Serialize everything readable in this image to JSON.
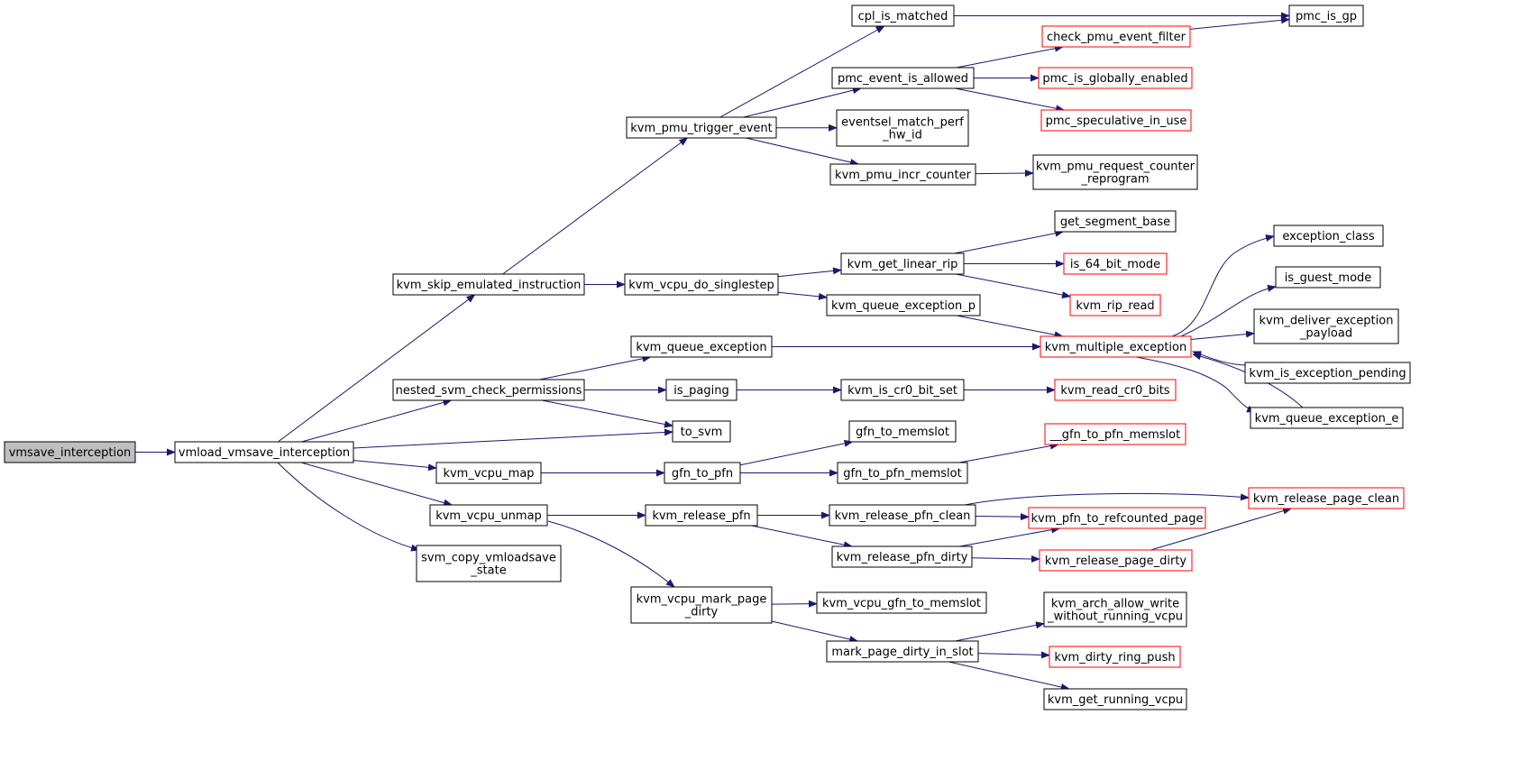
{
  "colors": {
    "edge": "#191970",
    "border_normal": "#000000",
    "border_truncated": "#ff0000",
    "root_fill": "#bfbfbf",
    "node_fill": "#ffffff"
  },
  "nodes": {
    "vmsave_interception": {
      "lines": [
        "vmsave_interception"
      ],
      "style": "root"
    },
    "vmload_vmsave_interception": {
      "lines": [
        "vmload_vmsave_interception"
      ],
      "style": "normal"
    },
    "kvm_skip_emulated_instruction": {
      "lines": [
        "kvm_skip_emulated_instruction"
      ],
      "style": "normal"
    },
    "nested_svm_check_permissions": {
      "lines": [
        "nested_svm_check_permissions"
      ],
      "style": "normal"
    },
    "kvm_vcpu_map": {
      "lines": [
        "kvm_vcpu_map"
      ],
      "style": "normal"
    },
    "kvm_vcpu_unmap": {
      "lines": [
        "kvm_vcpu_unmap"
      ],
      "style": "normal"
    },
    "svm_copy_vmloadsave_state": {
      "lines": [
        "svm_copy_vmloadsave",
        "_state"
      ],
      "style": "normal"
    },
    "kvm_pmu_trigger_event": {
      "lines": [
        "kvm_pmu_trigger_event"
      ],
      "style": "normal"
    },
    "kvm_vcpu_do_singlestep": {
      "lines": [
        "kvm_vcpu_do_singlestep"
      ],
      "style": "normal"
    },
    "kvm_queue_exception": {
      "lines": [
        "kvm_queue_exception"
      ],
      "style": "normal"
    },
    "is_paging": {
      "lines": [
        "is_paging"
      ],
      "style": "normal"
    },
    "to_svm": {
      "lines": [
        "to_svm"
      ],
      "style": "normal"
    },
    "gfn_to_pfn": {
      "lines": [
        "gfn_to_pfn"
      ],
      "style": "normal"
    },
    "kvm_release_pfn": {
      "lines": [
        "kvm_release_pfn"
      ],
      "style": "normal"
    },
    "kvm_vcpu_mark_page_dirty": {
      "lines": [
        "kvm_vcpu_mark_page",
        "_dirty"
      ],
      "style": "normal"
    },
    "cpl_is_matched": {
      "lines": [
        "cpl_is_matched"
      ],
      "style": "normal"
    },
    "pmc_event_is_allowed": {
      "lines": [
        "pmc_event_is_allowed"
      ],
      "style": "normal"
    },
    "eventsel_match_perf_hw_id": {
      "lines": [
        "eventsel_match_perf",
        "_hw_id"
      ],
      "style": "normal"
    },
    "kvm_pmu_incr_counter": {
      "lines": [
        "kvm_pmu_incr_counter"
      ],
      "style": "normal"
    },
    "kvm_get_linear_rip": {
      "lines": [
        "kvm_get_linear_rip"
      ],
      "style": "normal"
    },
    "kvm_queue_exception_p": {
      "lines": [
        "kvm_queue_exception_p"
      ],
      "style": "normal"
    },
    "kvm_is_cr0_bit_set": {
      "lines": [
        "kvm_is_cr0_bit_set"
      ],
      "style": "normal"
    },
    "gfn_to_memslot": {
      "lines": [
        "gfn_to_memslot"
      ],
      "style": "normal"
    },
    "gfn_to_pfn_memslot": {
      "lines": [
        "gfn_to_pfn_memslot"
      ],
      "style": "normal"
    },
    "kvm_release_pfn_clean": {
      "lines": [
        "kvm_release_pfn_clean"
      ],
      "style": "normal"
    },
    "kvm_release_pfn_dirty": {
      "lines": [
        "kvm_release_pfn_dirty"
      ],
      "style": "normal"
    },
    "kvm_vcpu_gfn_to_memslot": {
      "lines": [
        "kvm_vcpu_gfn_to_memslot"
      ],
      "style": "normal"
    },
    "mark_page_dirty_in_slot": {
      "lines": [
        "mark_page_dirty_in_slot"
      ],
      "style": "normal"
    },
    "pmc_is_gp": {
      "lines": [
        "pmc_is_gp"
      ],
      "style": "normal"
    },
    "check_pmu_event_filter": {
      "lines": [
        "check_pmu_event_filter"
      ],
      "style": "truncated"
    },
    "pmc_is_globally_enabled": {
      "lines": [
        "pmc_is_globally_enabled"
      ],
      "style": "truncated"
    },
    "pmc_speculative_in_use": {
      "lines": [
        "pmc_speculative_in_use"
      ],
      "style": "truncated"
    },
    "kvm_pmu_request_counter_reprogram": {
      "lines": [
        "kvm_pmu_request_counter",
        "_reprogram"
      ],
      "style": "normal"
    },
    "get_segment_base": {
      "lines": [
        "get_segment_base"
      ],
      "style": "normal"
    },
    "is_64_bit_mode": {
      "lines": [
        "is_64_bit_mode"
      ],
      "style": "truncated"
    },
    "kvm_rip_read": {
      "lines": [
        "kvm_rip_read"
      ],
      "style": "truncated"
    },
    "kvm_multiple_exception": {
      "lines": [
        "kvm_multiple_exception"
      ],
      "style": "truncated"
    },
    "kvm_read_cr0_bits": {
      "lines": [
        "kvm_read_cr0_bits"
      ],
      "style": "truncated"
    },
    "__gfn_to_pfn_memslot": {
      "lines": [
        "__gfn_to_pfn_memslot"
      ],
      "style": "truncated"
    },
    "kvm_pfn_to_refcounted_page": {
      "lines": [
        "kvm_pfn_to_refcounted_page"
      ],
      "style": "truncated"
    },
    "kvm_release_page_dirty": {
      "lines": [
        "kvm_release_page_dirty"
      ],
      "style": "truncated"
    },
    "kvm_arch_allow_write_without_running_vcpu": {
      "lines": [
        "kvm_arch_allow_write",
        "_without_running_vcpu"
      ],
      "style": "normal"
    },
    "kvm_dirty_ring_push": {
      "lines": [
        "kvm_dirty_ring_push"
      ],
      "style": "truncated"
    },
    "kvm_get_running_vcpu": {
      "lines": [
        "kvm_get_running_vcpu"
      ],
      "style": "normal"
    },
    "exception_class": {
      "lines": [
        "exception_class"
      ],
      "style": "normal"
    },
    "is_guest_mode": {
      "lines": [
        "is_guest_mode"
      ],
      "style": "normal"
    },
    "kvm_deliver_exception_payload": {
      "lines": [
        "kvm_deliver_exception",
        "_payload"
      ],
      "style": "normal"
    },
    "kvm_is_exception_pending": {
      "lines": [
        "kvm_is_exception_pending"
      ],
      "style": "normal"
    },
    "kvm_queue_exception_e": {
      "lines": [
        "kvm_queue_exception_e"
      ],
      "style": "normal"
    },
    "kvm_release_page_clean": {
      "lines": [
        "kvm_release_page_clean"
      ],
      "style": "truncated"
    }
  },
  "edges": [
    [
      "vmsave_interception",
      "vmload_vmsave_interception"
    ],
    [
      "vmload_vmsave_interception",
      "kvm_skip_emulated_instruction"
    ],
    [
      "vmload_vmsave_interception",
      "nested_svm_check_permissions"
    ],
    [
      "vmload_vmsave_interception",
      "to_svm"
    ],
    [
      "vmload_vmsave_interception",
      "kvm_vcpu_map"
    ],
    [
      "vmload_vmsave_interception",
      "kvm_vcpu_unmap"
    ],
    [
      "vmload_vmsave_interception",
      "svm_copy_vmloadsave_state"
    ],
    [
      "kvm_skip_emulated_instruction",
      "kvm_pmu_trigger_event"
    ],
    [
      "kvm_skip_emulated_instruction",
      "kvm_vcpu_do_singlestep"
    ],
    [
      "nested_svm_check_permissions",
      "kvm_queue_exception"
    ],
    [
      "nested_svm_check_permissions",
      "is_paging"
    ],
    [
      "nested_svm_check_permissions",
      "to_svm"
    ],
    [
      "kvm_vcpu_map",
      "gfn_to_pfn"
    ],
    [
      "kvm_vcpu_unmap",
      "kvm_release_pfn"
    ],
    [
      "kvm_vcpu_unmap",
      "kvm_vcpu_mark_page_dirty"
    ],
    [
      "kvm_pmu_trigger_event",
      "cpl_is_matched"
    ],
    [
      "kvm_pmu_trigger_event",
      "pmc_event_is_allowed"
    ],
    [
      "kvm_pmu_trigger_event",
      "eventsel_match_perf_hw_id"
    ],
    [
      "kvm_pmu_trigger_event",
      "kvm_pmu_incr_counter"
    ],
    [
      "kvm_vcpu_do_singlestep",
      "kvm_get_linear_rip"
    ],
    [
      "kvm_vcpu_do_singlestep",
      "kvm_queue_exception_p"
    ],
    [
      "kvm_queue_exception",
      "kvm_multiple_exception"
    ],
    [
      "is_paging",
      "kvm_is_cr0_bit_set"
    ],
    [
      "gfn_to_pfn",
      "gfn_to_memslot"
    ],
    [
      "gfn_to_pfn",
      "gfn_to_pfn_memslot"
    ],
    [
      "kvm_release_pfn",
      "kvm_release_pfn_clean"
    ],
    [
      "kvm_release_pfn",
      "kvm_release_pfn_dirty"
    ],
    [
      "kvm_vcpu_mark_page_dirty",
      "kvm_vcpu_gfn_to_memslot"
    ],
    [
      "kvm_vcpu_mark_page_dirty",
      "mark_page_dirty_in_slot"
    ],
    [
      "cpl_is_matched",
      "pmc_is_gp"
    ],
    [
      "pmc_event_is_allowed",
      "check_pmu_event_filter"
    ],
    [
      "pmc_event_is_allowed",
      "pmc_is_globally_enabled"
    ],
    [
      "pmc_event_is_allowed",
      "pmc_speculative_in_use"
    ],
    [
      "check_pmu_event_filter",
      "pmc_is_gp"
    ],
    [
      "kvm_pmu_incr_counter",
      "kvm_pmu_request_counter_reprogram"
    ],
    [
      "kvm_get_linear_rip",
      "get_segment_base"
    ],
    [
      "kvm_get_linear_rip",
      "is_64_bit_mode"
    ],
    [
      "kvm_get_linear_rip",
      "kvm_rip_read"
    ],
    [
      "kvm_queue_exception_p",
      "kvm_multiple_exception"
    ],
    [
      "kvm_is_cr0_bit_set",
      "kvm_read_cr0_bits"
    ],
    [
      "gfn_to_pfn_memslot",
      "__gfn_to_pfn_memslot"
    ],
    [
      "kvm_release_pfn_clean",
      "kvm_pfn_to_refcounted_page"
    ],
    [
      "kvm_release_pfn_clean",
      "kvm_release_page_clean"
    ],
    [
      "kvm_release_pfn_dirty",
      "kvm_pfn_to_refcounted_page"
    ],
    [
      "kvm_release_pfn_dirty",
      "kvm_release_page_dirty"
    ],
    [
      "kvm_release_page_dirty",
      "kvm_release_page_clean"
    ],
    [
      "mark_page_dirty_in_slot",
      "kvm_arch_allow_write_without_running_vcpu"
    ],
    [
      "mark_page_dirty_in_slot",
      "kvm_dirty_ring_push"
    ],
    [
      "mark_page_dirty_in_slot",
      "kvm_get_running_vcpu"
    ],
    [
      "kvm_multiple_exception",
      "exception_class"
    ],
    [
      "kvm_multiple_exception",
      "is_guest_mode"
    ],
    [
      "kvm_multiple_exception",
      "kvm_deliver_exception_payload"
    ],
    [
      "kvm_multiple_exception",
      "kvm_queue_exception_e"
    ],
    [
      "kvm_is_exception_pending",
      "kvm_multiple_exception"
    ],
    [
      "kvm_queue_exception_e",
      "kvm_multiple_exception"
    ]
  ]
}
